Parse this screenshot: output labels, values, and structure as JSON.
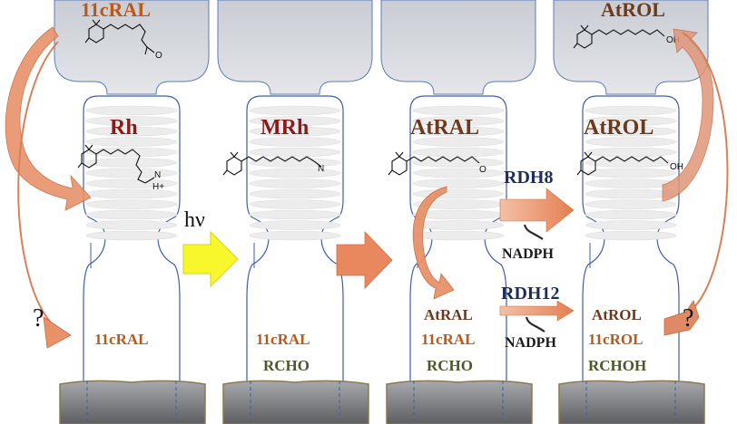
{
  "title_left": "11cRAL",
  "title_right": "AtROL",
  "panels": [
    {
      "pigment": "Rh",
      "bottom": [
        "11cRAL"
      ]
    },
    {
      "pigment": "MRh",
      "bottom": [
        "11cRAL",
        "RCHO"
      ]
    },
    {
      "pigment": "AtRAL",
      "bottom": [
        "AtRAL",
        "11cRAL",
        "RCHO"
      ]
    },
    {
      "pigment": "AtROL",
      "bottom": [
        "AtROL",
        "11cROL",
        "RCHOH"
      ]
    }
  ],
  "light_label": "hν",
  "enzymes": [
    {
      "name": "RDH8",
      "cofactor": "NADPH"
    },
    {
      "name": "RDH12",
      "cofactor": "NADPH"
    }
  ],
  "question_mark": "?",
  "chem_labels": {
    "aldehyde_o": "O",
    "schiff_n": "N",
    "schiff_h": "H+",
    "alcohol_oh": "OH"
  },
  "colors": {
    "orange_text": "#b85a1e",
    "darkred_text": "#8b1a1a",
    "brown_text": "#6b3a1e",
    "green_text": "#4a5a2a",
    "navy_text": "#1f2d5a",
    "arrow_orange": "#e9885e",
    "arrow_yellow": "#f7f72c",
    "cell_outline": "#3d5fa8",
    "gray_block": "#d6d9de",
    "disc_fill": "#ededed"
  }
}
